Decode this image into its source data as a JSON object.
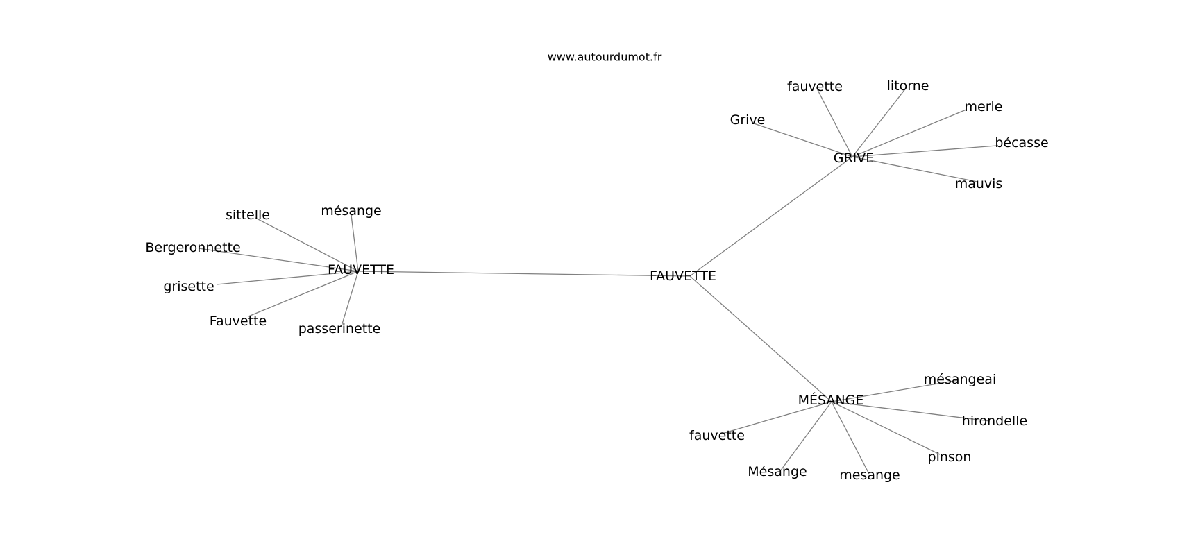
{
  "source": "www.autourdumot.fr",
  "graph": {
    "center": {
      "id": "root",
      "label": "FAUVETTE"
    },
    "hubs": [
      {
        "id": "hub-fauvette",
        "label": "FAUVETTE",
        "leaves": [
          {
            "id": "h1-mesange",
            "label": "mésange"
          },
          {
            "id": "h1-sittelle",
            "label": "sittelle"
          },
          {
            "id": "h1-bergeronnette",
            "label": "Bergeronnette"
          },
          {
            "id": "h1-grisette",
            "label": "grisette"
          },
          {
            "id": "h1-fauvette-cap",
            "label": "Fauvette"
          },
          {
            "id": "h1-passerinette",
            "label": "passerinette"
          }
        ]
      },
      {
        "id": "hub-grive",
        "label": "GRIVE",
        "leaves": [
          {
            "id": "h2-grive-cap",
            "label": "Grive"
          },
          {
            "id": "h2-fauvette",
            "label": "fauvette"
          },
          {
            "id": "h2-litorne",
            "label": "litorne"
          },
          {
            "id": "h2-merle",
            "label": "merle"
          },
          {
            "id": "h2-becasse",
            "label": "bécasse"
          },
          {
            "id": "h2-mauvis",
            "label": "mauvis"
          }
        ]
      },
      {
        "id": "hub-mesange",
        "label": "MÉSANGE",
        "leaves": [
          {
            "id": "h3-mesangeai",
            "label": "mésangeai"
          },
          {
            "id": "h3-hirondelle",
            "label": "hirondelle"
          },
          {
            "id": "h3-pinson",
            "label": "pinson"
          },
          {
            "id": "h3-mesange",
            "label": "mesange"
          },
          {
            "id": "h3-mesange-cap",
            "label": "Mésange"
          },
          {
            "id": "h3-fauvette",
            "label": "fauvette"
          }
        ]
      }
    ]
  }
}
